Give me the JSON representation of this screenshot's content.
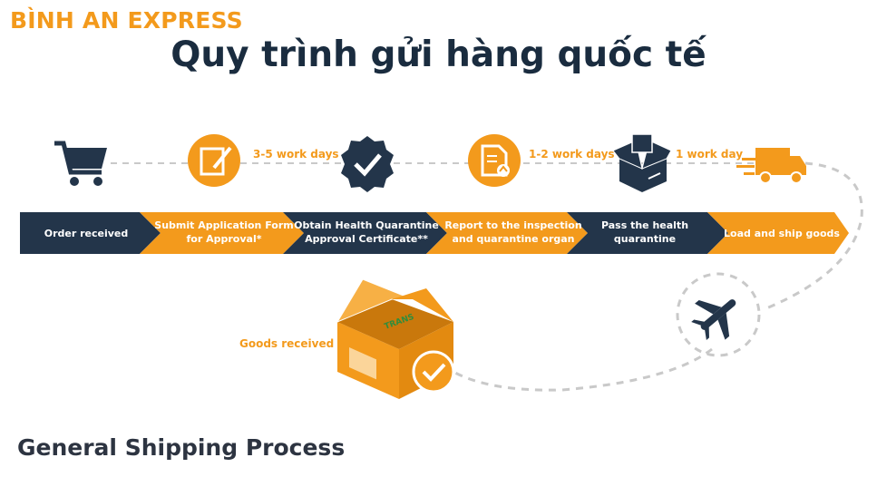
{
  "brand": "BÌNH AN EXPRESS",
  "title": "Quy trình gửi hàng quốc tế",
  "footer": "General Shipping Process",
  "colors": {
    "orange": "#f39a1c",
    "navy": "#23354a",
    "dashed": "#c9c9c9"
  },
  "durations": [
    "3-5 work days",
    "1-2 work days",
    "1 work day"
  ],
  "steps": [
    {
      "line1": "Order received",
      "line2": ""
    },
    {
      "line1": "Submit Application Form",
      "line2": "for Approval*"
    },
    {
      "line1": "Obtain Health Quarantine",
      "line2": "Approval Certificate**"
    },
    {
      "line1": "Report to the inspection",
      "line2": "and quarantine organ"
    },
    {
      "line1": "Pass the health",
      "line2": "quarantine"
    },
    {
      "line1": "Load and ship goods",
      "line2": ""
    }
  ],
  "goods_received": "Goods received",
  "box_logo": "TRANS",
  "icons": [
    "shopping-cart-icon",
    "edit-form-icon",
    "checkmark-badge-icon",
    "document-upload-icon",
    "package-box-icon",
    "delivery-truck-icon",
    "airplane-icon",
    "open-box-icon",
    "check-circle-icon"
  ]
}
